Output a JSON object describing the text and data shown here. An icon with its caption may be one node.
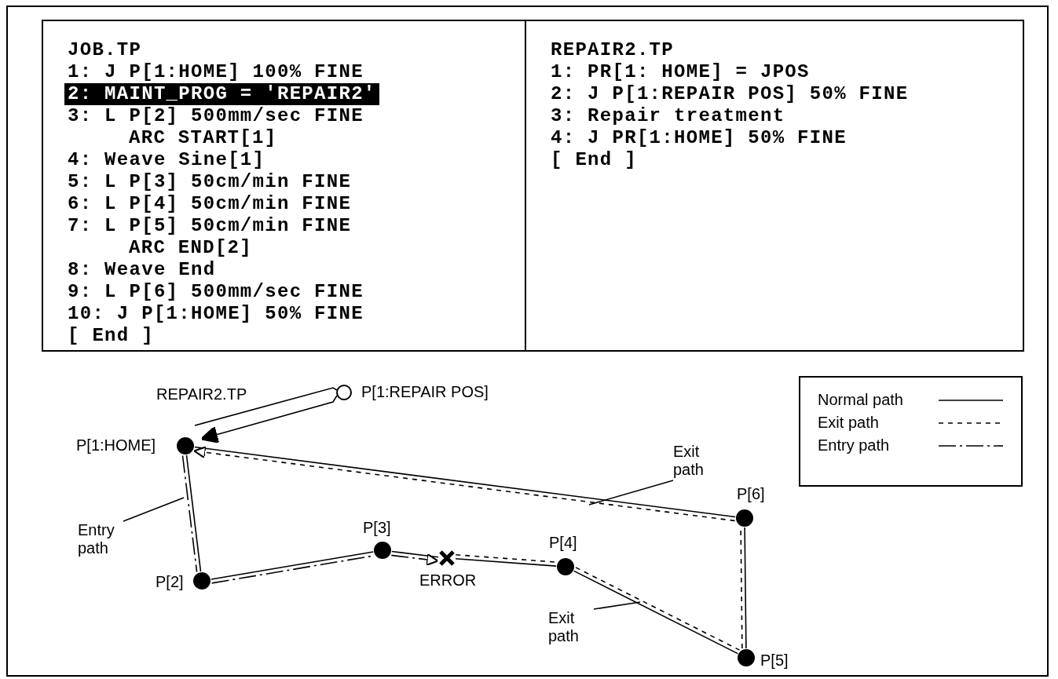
{
  "diagram": {
    "nodes": [
      {
        "text": [
          "JOB.TP",
          "1: J P[1:HOME] 100% FINE",
          "2: MAINT_PROG = 'REPAIR2'",
          "3: L P[2] 500mm/sec FINE",
          "ARC START[1]",
          "4: Weave Sine[1]",
          "5: L P[3] 50cm/min FINE",
          "6: L P[4] 50cm/min FINE",
          "7: L P[5] 50cm/min FINE",
          "ARC END[2]",
          "8: Weave End",
          "9: L P[6] 500mm/sec FINE",
          "10: J P[1:HOME] 50% FINE",
          "[ End ]"
        ]
      },
      {
        "text": [
          "REPAIR2.TP",
          "1: PR[1: HOME] = JPOS",
          "2: J P[1:REPAIR POS] 50% FINE",
          "3: Repair treatment",
          "4: J PR[1:HOME] 50% FINE",
          "[ End ]"
        ]
      },
      {
        "text": [],
        "shape": "circle",
        "beside": [
          "P[1:REPAIR POS]"
        ]
      },
      {
        "text": [],
        "shape": "circle",
        "beside": [
          "P[1:HOME]"
        ]
      },
      {
        "text": [],
        "shape": "circle",
        "beside": [
          "P[2]"
        ]
      },
      {
        "text": [],
        "shape": "circle",
        "beside": [
          "P[3]"
        ]
      },
      {
        "text": [
          "ERROR"
        ]
      },
      {
        "text": [],
        "shape": "circle",
        "beside": [
          "P[4]"
        ]
      },
      {
        "text": [],
        "shape": "circle",
        "beside": [
          "P[5]"
        ]
      },
      {
        "text": [],
        "shape": "circle",
        "beside": [
          "P[6]"
        ]
      },
      {
        "text": [
          "Entry path"
        ]
      },
      {
        "text": [
          "Exit path"
        ]
      },
      {
        "text": [
          "Exit path"
        ]
      }
    ],
    "edges": [
      {
        "from": 3,
        "to": 2,
        "arrow": "none",
        "label": "REPAIR2.TP"
      },
      {
        "from": 2,
        "to": 3,
        "arrow": "to"
      },
      {
        "from": 3,
        "to": 4,
        "arrow": "none"
      },
      {
        "from": 4,
        "to": 5,
        "arrow": "none"
      },
      {
        "from": 5,
        "to": 6,
        "arrow": "none"
      },
      {
        "from": 6,
        "to": 7,
        "arrow": "none"
      },
      {
        "from": 7,
        "to": 8,
        "arrow": "none"
      },
      {
        "from": 8,
        "to": 9,
        "arrow": "none"
      },
      {
        "from": 9,
        "to": 3,
        "arrow": "none"
      },
      {
        "from": 3,
        "to": 4,
        "arrow": "none",
        "style": "dashed"
      },
      {
        "from": 4,
        "to": 5,
        "arrow": "none",
        "style": "dashed"
      },
      {
        "from": 5,
        "to": 6,
        "arrow": "to",
        "style": "dashed"
      },
      {
        "from": 6,
        "to": 7,
        "arrow": "none",
        "style": "dashed"
      },
      {
        "from": 7,
        "to": 8,
        "arrow": "none",
        "style": "dashed"
      },
      {
        "from": 8,
        "to": 9,
        "arrow": "none",
        "style": "dashed"
      },
      {
        "from": 9,
        "to": 3,
        "arrow": "to",
        "style": "dashed"
      },
      {
        "from": 10,
        "to": null,
        "arrow": "none"
      },
      {
        "from": 11,
        "to": null,
        "arrow": "none"
      },
      {
        "from": 12,
        "to": null,
        "arrow": "none"
      }
    ],
    "legend": [
      {
        "text": "Normal path"
      },
      {
        "text": "Exit path"
      },
      {
        "text": "Entry path"
      }
    ]
  }
}
